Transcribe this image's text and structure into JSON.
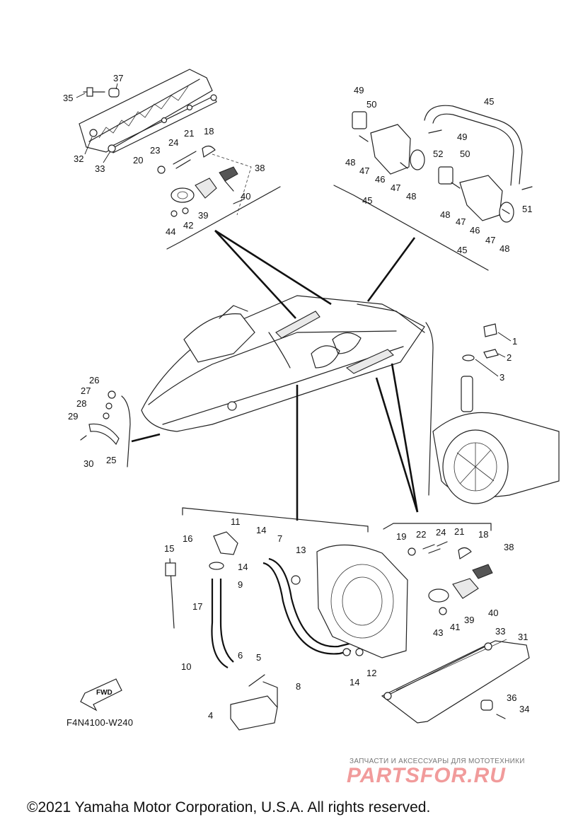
{
  "diagram": {
    "code": "F4N4100-W240",
    "fwd_label": "FWD",
    "copyright": "©2021 Yamaha Motor Corporation, U.S.A. All rights reserved.",
    "watermark": {
      "tagline": "ЗАПЧАСТИ И АКСЕССУАРЫ ДЛЯ МОТОТЕХНИКИ",
      "brand": "PARTSFOR.RU"
    },
    "callouts": {
      "top_left": [
        "37",
        "35",
        "32",
        "33",
        "21",
        "18",
        "24",
        "23",
        "20",
        "38",
        "40",
        "39",
        "42",
        "44"
      ],
      "top_right": [
        "49",
        "50",
        "45",
        "52",
        "48",
        "47",
        "46",
        "47",
        "48",
        "45",
        "49",
        "50",
        "51",
        "48",
        "47",
        "46",
        "47",
        "48",
        "45"
      ],
      "jet_pump": [
        "1",
        "2",
        "3"
      ],
      "bow_eye": [
        "26",
        "27",
        "28",
        "29",
        "30",
        "25"
      ],
      "bottom_left": [
        "11",
        "14",
        "7",
        "16",
        "15",
        "14",
        "9",
        "13",
        "17",
        "6",
        "5",
        "10",
        "4",
        "8",
        "14",
        "12"
      ],
      "bottom_right": [
        "19",
        "22",
        "24",
        "21",
        "18",
        "38",
        "40",
        "39",
        "41",
        "43",
        "33",
        "31",
        "36",
        "34"
      ]
    }
  }
}
